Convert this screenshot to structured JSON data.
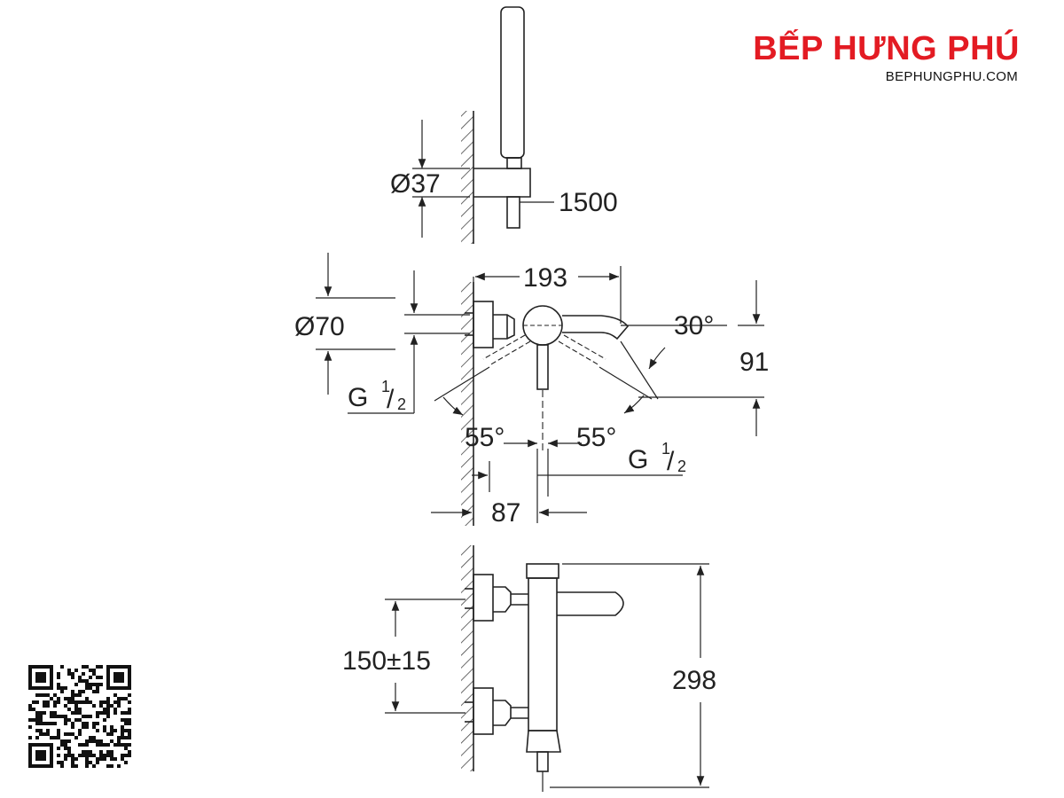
{
  "brand": {
    "name": "BẾP HƯNG PHÚ",
    "url": "BEPHUNGPHU.COM",
    "color": "#e31b23"
  },
  "dimensions": {
    "hand_shower_diameter": "Ø37",
    "hose_length": "1500",
    "body_diameter": "Ø70",
    "spout_projection": "193",
    "spout_angle": "30°",
    "spout_height": "91",
    "inlet_thread_left": "G",
    "inlet_thread_right": "G",
    "thread_fraction_num": "1",
    "thread_fraction_den": "2",
    "swivel_angle_left": "55°",
    "swivel_angle_right": "55°",
    "wall_to_center": "87",
    "inlet_spacing": "150±15",
    "overall_height": "298"
  },
  "qr": {
    "icon": "qr-code-icon"
  }
}
